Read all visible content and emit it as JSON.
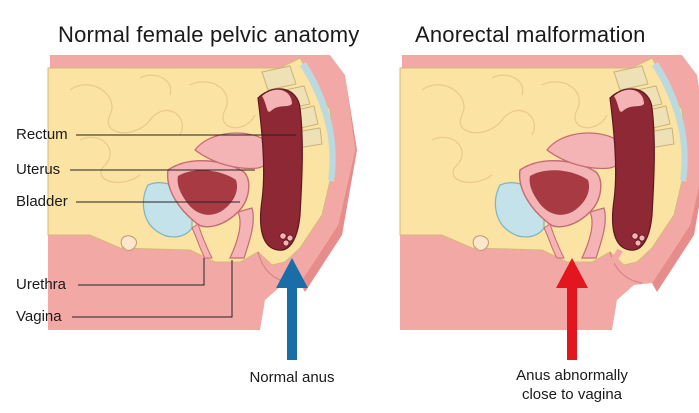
{
  "titles": {
    "left": "Normal female pelvic anatomy",
    "right": "Anorectal malformation"
  },
  "labels": {
    "rectum": "Rectum",
    "uterus": "Uterus",
    "bladder": "Bladder",
    "urethra": "Urethra",
    "vagina": "Vagina"
  },
  "captions": {
    "normal": "Normal anus",
    "abnormal_line1": "Anus abnormally",
    "abnormal_line2": "close to vagina"
  },
  "colors": {
    "skin": "#f2a9a6",
    "skin_dark": "#e68d8c",
    "fat": "#fbe3a4",
    "rectum": "#8e2834",
    "uterus": "#f4b3b5",
    "bladder": "#c3e2ea",
    "arrow_normal": "#1a6ea8",
    "arrow_abnormal": "#e3151f"
  }
}
